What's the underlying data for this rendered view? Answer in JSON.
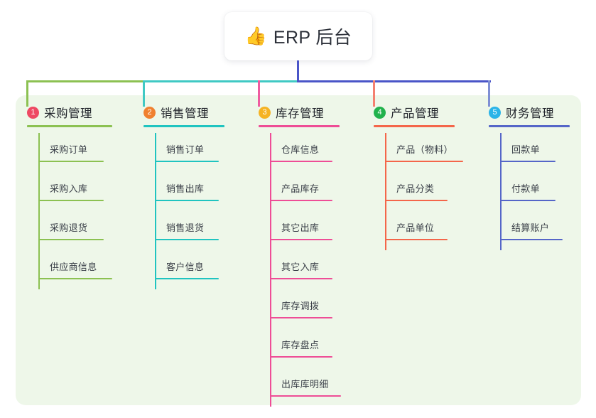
{
  "title": {
    "emoji": "👍",
    "emoji_name": "thumbs-up-emoji",
    "text": "ERP 后台"
  },
  "palette": {
    "panel_bg": "#eef7e9",
    "page_bg": "#ffffff",
    "title_card_bg": "#ffffff",
    "trunk": "#4a55c8",
    "text_dark": "#23262d",
    "text_item": "#3a3f48"
  },
  "columns": [
    {
      "number": "1",
      "title": "采购管理",
      "badge_color": "#ee4963",
      "rule_color": "#8cc152",
      "line_color": "#8cc152",
      "rule_width": 120,
      "items": [
        {
          "label": "采购订单",
          "rule_width": 92
        },
        {
          "label": "采购入库",
          "rule_width": 92
        },
        {
          "label": "采购退货",
          "rule_width": 92
        },
        {
          "label": "供应商信息",
          "rule_width": 104
        }
      ]
    },
    {
      "number": "2",
      "title": "销售管理",
      "badge_color": "#f0802f",
      "rule_color": "#20c4c0",
      "line_color": "#40c9c4",
      "rule_width": 114,
      "items": [
        {
          "label": "销售订单",
          "rule_width": 90
        },
        {
          "label": "销售出库",
          "rule_width": 90
        },
        {
          "label": "销售退货",
          "rule_width": 90
        },
        {
          "label": "客户信息",
          "rule_width": 90
        }
      ]
    },
    {
      "number": "3",
      "title": "库存管理",
      "badge_color": "#f5b324",
      "rule_color": "#ee4d96",
      "line_color": "#ef5ba0",
      "rule_width": 114,
      "items": [
        {
          "label": "仓库信息",
          "rule_width": 88
        },
        {
          "label": "产品库存",
          "rule_width": 88
        },
        {
          "label": "其它出库",
          "rule_width": 88
        },
        {
          "label": "其它入库",
          "rule_width": 88
        },
        {
          "label": "库存调拨",
          "rule_width": 88
        },
        {
          "label": "库存盘点",
          "rule_width": 88
        },
        {
          "label": "出库库明细",
          "rule_width": 100
        }
      ]
    },
    {
      "number": "4",
      "title": "产品管理",
      "badge_color": "#21b24c",
      "rule_color": "#f4664a",
      "line_color": "#f48070",
      "rule_width": 114,
      "items": [
        {
          "label": "产品（物料）",
          "rule_width": 110
        },
        {
          "label": "产品分类",
          "rule_width": 88
        },
        {
          "label": "产品单位",
          "rule_width": 88
        }
      ]
    },
    {
      "number": "5",
      "title": "财务管理",
      "badge_color": "#2bb4e8",
      "rule_color": "#5566c8",
      "line_color": "#7f8fd4",
      "rule_width": 114,
      "items": [
        {
          "label": "回款单",
          "rule_width": 78
        },
        {
          "label": "付款单",
          "rule_width": 78
        },
        {
          "label": "结算账户",
          "rule_width": 88
        }
      ]
    }
  ]
}
